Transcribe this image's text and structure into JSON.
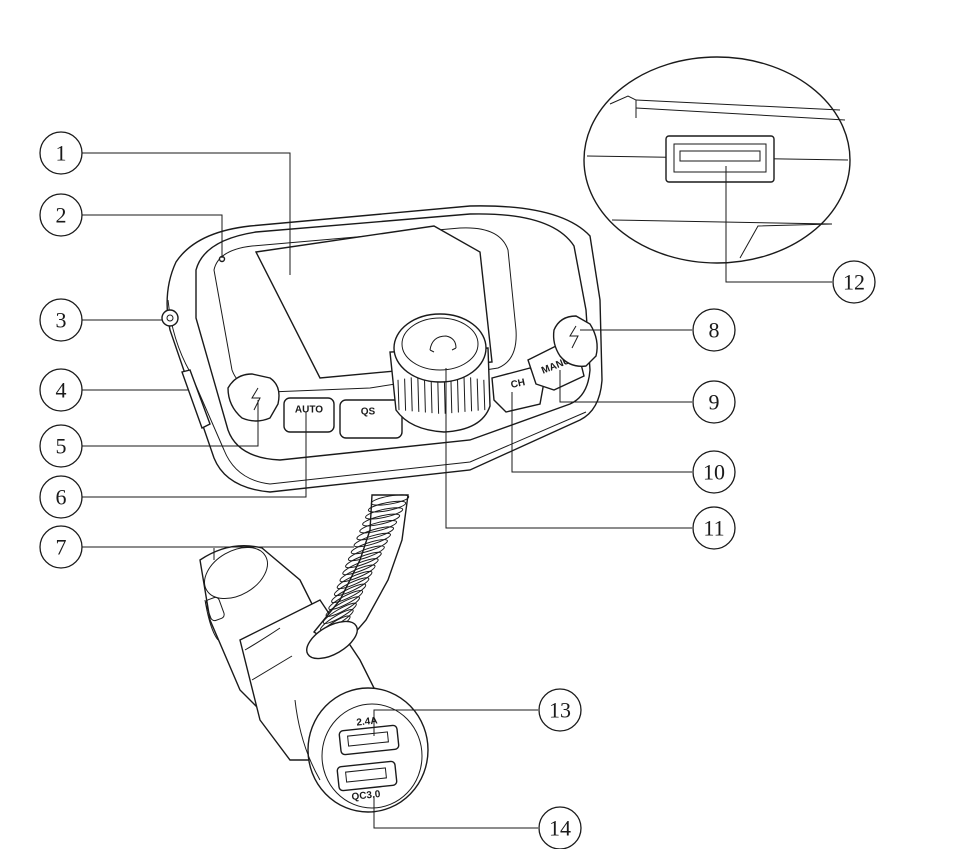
{
  "diagram": {
    "buttons": {
      "auto": "AUTO",
      "qs": "QS",
      "ch": "CH",
      "manu": "MANU"
    },
    "ports": {
      "usb_top": "2.4A",
      "usb_bottom": "QC3.0"
    },
    "callouts": [
      "1",
      "2",
      "3",
      "4",
      "5",
      "6",
      "7",
      "8",
      "9",
      "10",
      "11",
      "12",
      "13",
      "14"
    ]
  }
}
